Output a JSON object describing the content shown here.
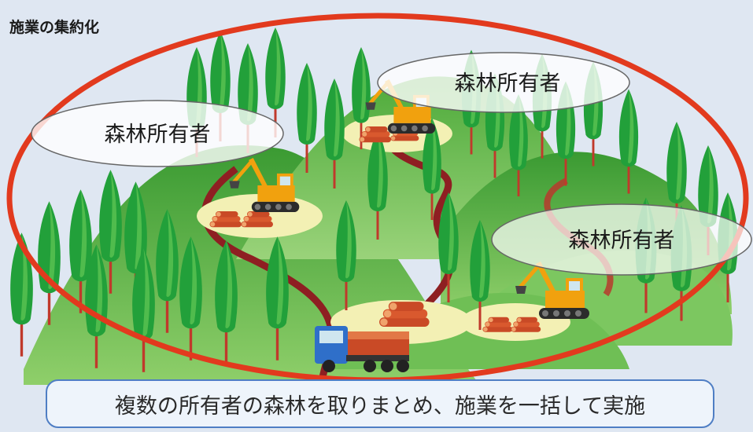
{
  "title": "施業の集約化",
  "owners": [
    {
      "label": "森林所有者"
    },
    {
      "label": "森林所有者"
    },
    {
      "label": "森林所有者"
    }
  ],
  "caption": "複数の所有者の森林を取りまとめ、施業を一括して実施",
  "colors": {
    "background": "#dfe7f2",
    "ellipse_outline": "#e23a1e",
    "hill_green": "#4fae3c",
    "tree_green": "#27a13a",
    "path": "#8e1f22",
    "landing": "#f3f0b4",
    "log": "#d2552c",
    "caption_border": "#4f7ec4",
    "caption_bg": "#eef4fb"
  },
  "icons": [
    "tree-icon",
    "excavator-icon",
    "log-pile-icon",
    "truck-icon"
  ]
}
